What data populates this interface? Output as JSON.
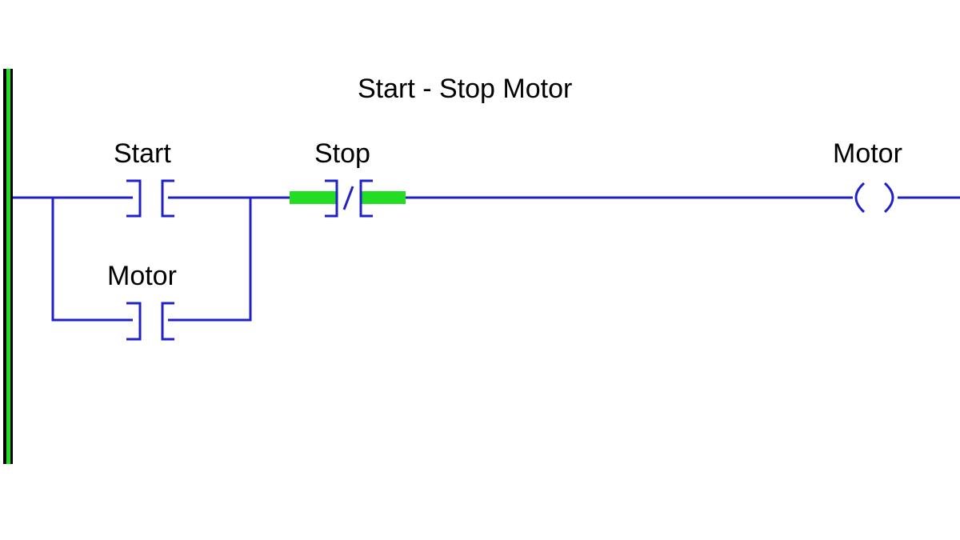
{
  "rung": {
    "title": "Start - Stop Motor"
  },
  "instructions": {
    "start_contact": {
      "tag": "Start",
      "type": "normally-open-contact",
      "energized": false
    },
    "motor_seal_in_contact": {
      "tag": "Motor",
      "type": "normally-open-contact",
      "energized": false
    },
    "stop_contact": {
      "tag": "Stop",
      "type": "normally-closed-contact",
      "energized": true
    },
    "motor_coil": {
      "tag": "Motor",
      "type": "output-coil",
      "energized": false
    }
  },
  "power_rail": {
    "energized": true
  },
  "colors": {
    "wire": "#2020c8",
    "energized_highlight": "#22dd22",
    "rail": "#000000",
    "text": "#000000"
  }
}
